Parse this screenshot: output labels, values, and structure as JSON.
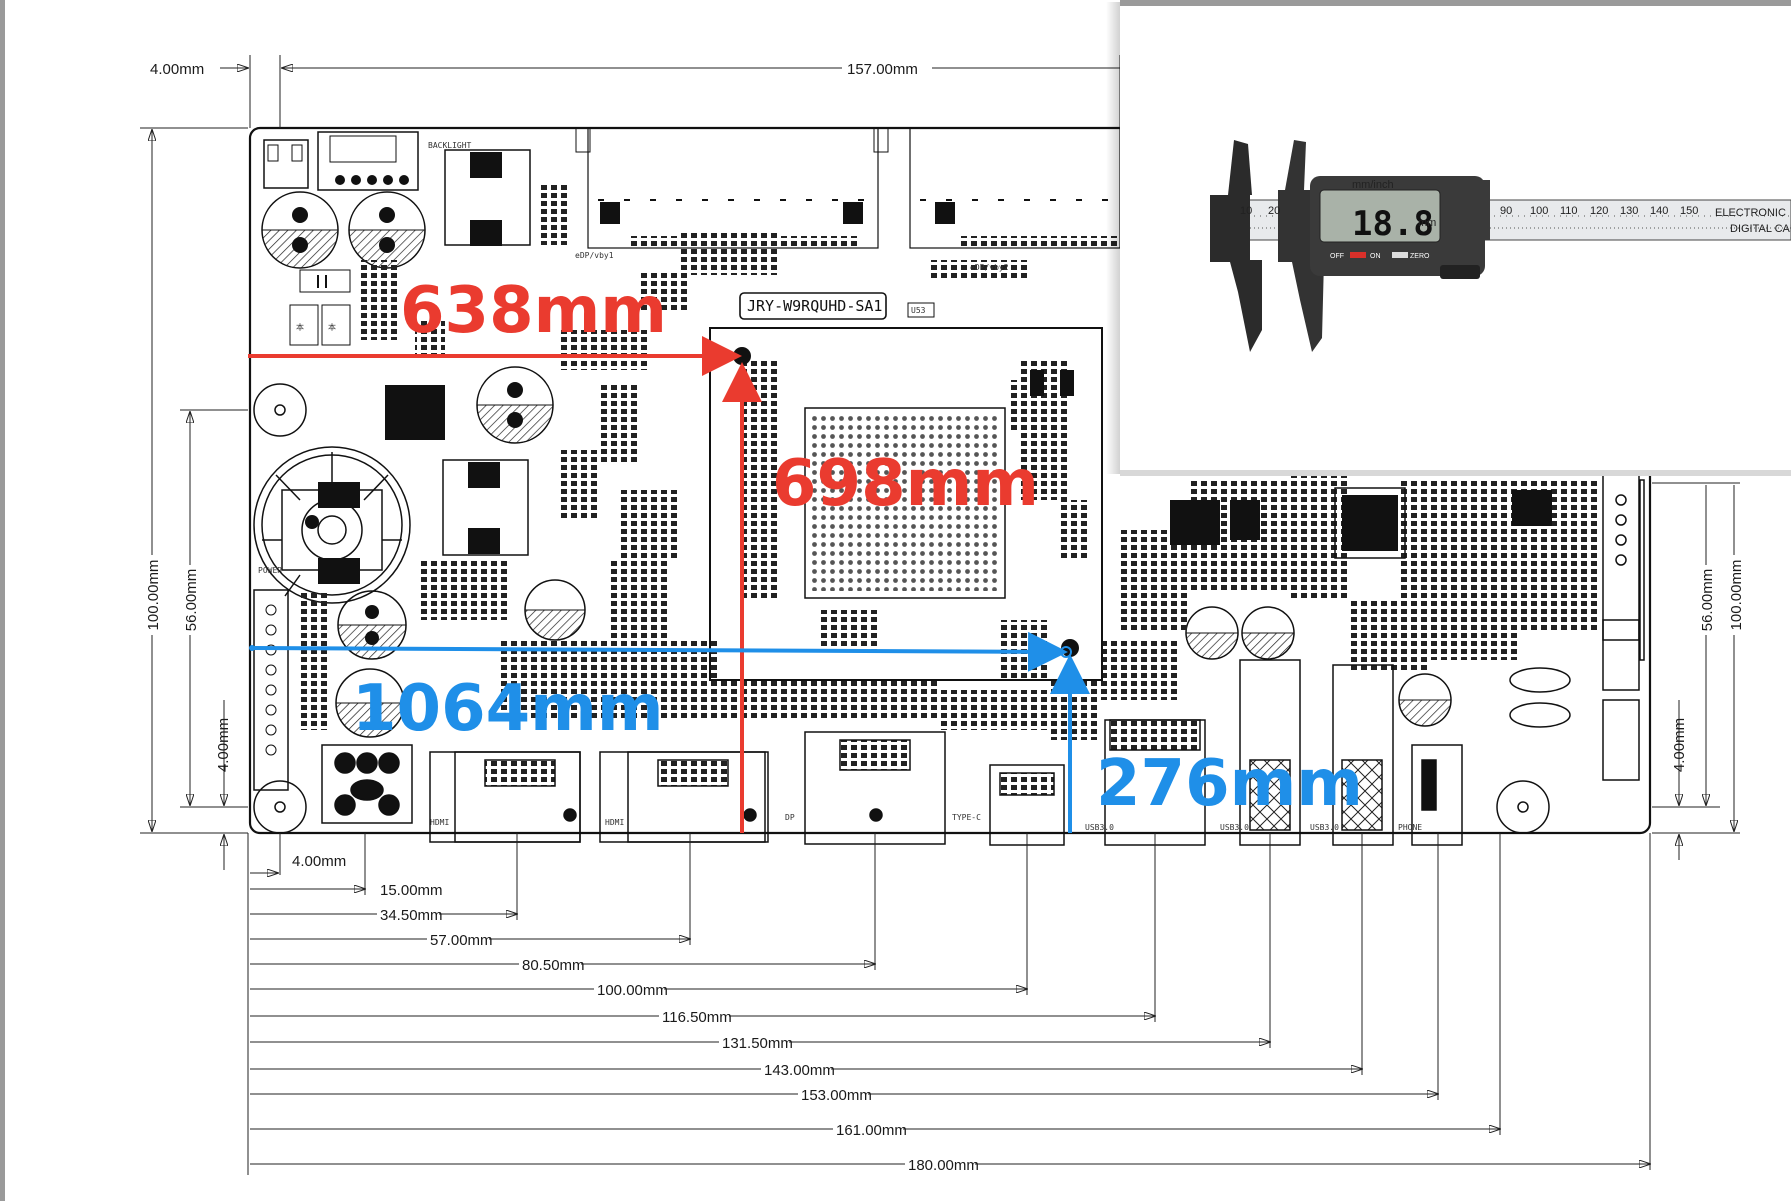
{
  "drawing": {
    "top_dims": {
      "left_offset": "4.00mm",
      "width": "157.00mm"
    },
    "left_dims": {
      "height": "100.00mm",
      "mid": "56.00mm",
      "bottom": "4.00mm"
    },
    "right_dims": {
      "height": "100.00mm",
      "mid": "56.00mm",
      "bottom": "4.00mm"
    },
    "bottom_hole": "4.00mm",
    "bottom_dims": [
      "15.00mm",
      "34.50mm",
      "57.00mm",
      "80.50mm",
      "100.00mm",
      "116.50mm",
      "131.50mm",
      "143.00mm",
      "153.00mm",
      "161.00mm",
      "180.00mm"
    ],
    "part_number": "JRY-W9RQUHD-SA1",
    "silk": {
      "backlight": "BACKLIGHT",
      "power": "POWER",
      "hdmi": "HDMI",
      "dp": "DP",
      "typec": "TYPE-C",
      "edp1": "eDP/vby1",
      "edp2": "eDP/vby2",
      "usb3_1": "USB3.0",
      "usb3_2": "USB3.0",
      "usb3_3": "USB3.0",
      "phone": "PHONE",
      "u53": "U53"
    }
  },
  "annotations": {
    "red_horizontal": "638mm",
    "red_vertical": "698mm",
    "blue_horizontal": "1064mm",
    "blue_vertical": "276mm",
    "colors": {
      "red": "#ea3b2f",
      "blue": "#1f8fe8"
    }
  },
  "caliper": {
    "unit_label": "mm/inch",
    "reading": "18.8",
    "reading_unit": "mm",
    "buttons": [
      "OFF",
      "ON",
      "ZERO"
    ],
    "scale_numbers": [
      "10",
      "20",
      "90",
      "100",
      "110",
      "120",
      "130",
      "140",
      "150"
    ],
    "brand_line1": "ELECTRONIC",
    "brand_line2": "DIGITAL CALI"
  }
}
